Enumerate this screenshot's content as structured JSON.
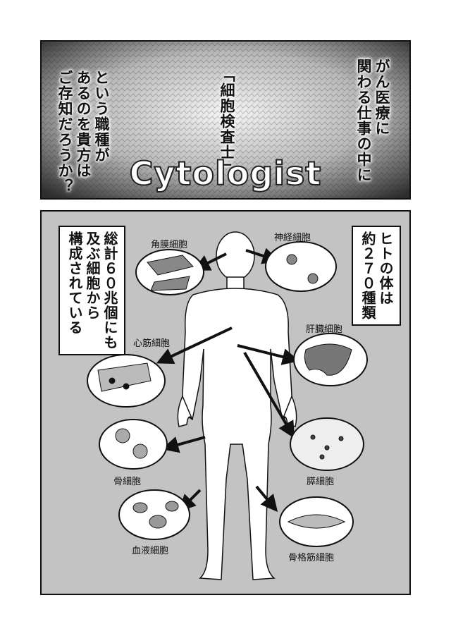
{
  "panel1": {
    "caption_right": "がん医療に\n関わる仕事の中に",
    "caption_center": "「細胞検査士」",
    "caption_left": "という職種が\nあるのを貴方は\nご存知だろうか？",
    "title": "Cytologist"
  },
  "panel2": {
    "box_right": "ヒトの体は\n約２７０種類",
    "box_left": "総計６０兆個にも\n及ぶ細胞から\n構成されている",
    "labels": {
      "cornea": "角膜細胞",
      "nerve": "神経細胞",
      "liver": "肝臓細胞",
      "heart": "心筋細胞",
      "bone": "骨細胞",
      "pancreas": "膵細胞",
      "blood": "血液細胞",
      "skeletal": "骨格筋細胞"
    }
  },
  "colors": {
    "panel_bg": "#c3c3c3",
    "outline": "#111111"
  }
}
